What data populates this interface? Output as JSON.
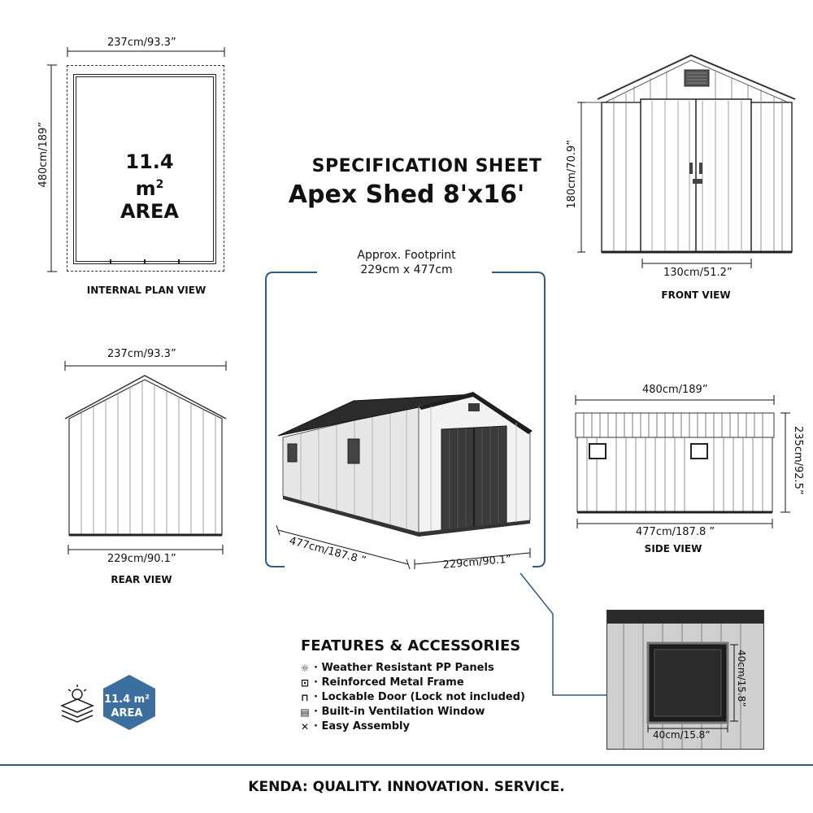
{
  "header": {
    "title_line1": "SPECIFICATION SHEET",
    "title_line2": "Apex Shed 8'x16'"
  },
  "plan_view": {
    "width_label": "237cm/93.3”",
    "depth_label": "480cm/189”",
    "area_value": "11.4 m",
    "area_sup": "2",
    "area_word": "AREA",
    "caption": "INTERNAL PLAN VIEW"
  },
  "front_view": {
    "height_label": "180cm/70.9”",
    "door_label": "130cm/51.2”",
    "caption": "FRONT VIEW"
  },
  "rear_view": {
    "top_label": "237cm/93.3”",
    "bottom_label": "229cm/90.1”",
    "caption": "REAR VIEW"
  },
  "side_view": {
    "top_label": "480cm/189”",
    "height_label": "235cm/92.5”",
    "bottom_label": "477cm/187.8 ”",
    "caption": "SIDE VIEW"
  },
  "footprint": {
    "line1": "Approx. Footprint",
    "line2": "229cm x 477cm",
    "length_label": "477cm/187.8 ”",
    "width_label": "229cm/90.1”"
  },
  "window_detail": {
    "height_label": "40cm/15.8”",
    "width_label": "40cm/15.8”"
  },
  "features": {
    "title": "FEATURES & ACCESSORIES",
    "items": [
      {
        "icon": "sun-cloud-icon",
        "text": "· Weather Resistant PP Panels"
      },
      {
        "icon": "frame-icon",
        "text": "· Reinforced Metal Frame"
      },
      {
        "icon": "lock-icon",
        "text": "· Lockable Door (Lock not included)"
      },
      {
        "icon": "vent-icon",
        "text": "· Built-in Ventilation Window"
      },
      {
        "icon": "tools-icon",
        "text": "· Easy Assembly"
      }
    ]
  },
  "badge": {
    "line1": "11.4 m²",
    "line2": "AREA"
  },
  "footer": {
    "tagline": "KENDA: QUALITY. INNOVATION. SERVICE."
  },
  "colors": {
    "accent_blue": "#2a5d8a",
    "badge_blue": "#3a6fa0",
    "door_dark": "#3b3b3b",
    "roof_dark": "#2b2b2b",
    "panel_light": "#e9e9e9"
  }
}
